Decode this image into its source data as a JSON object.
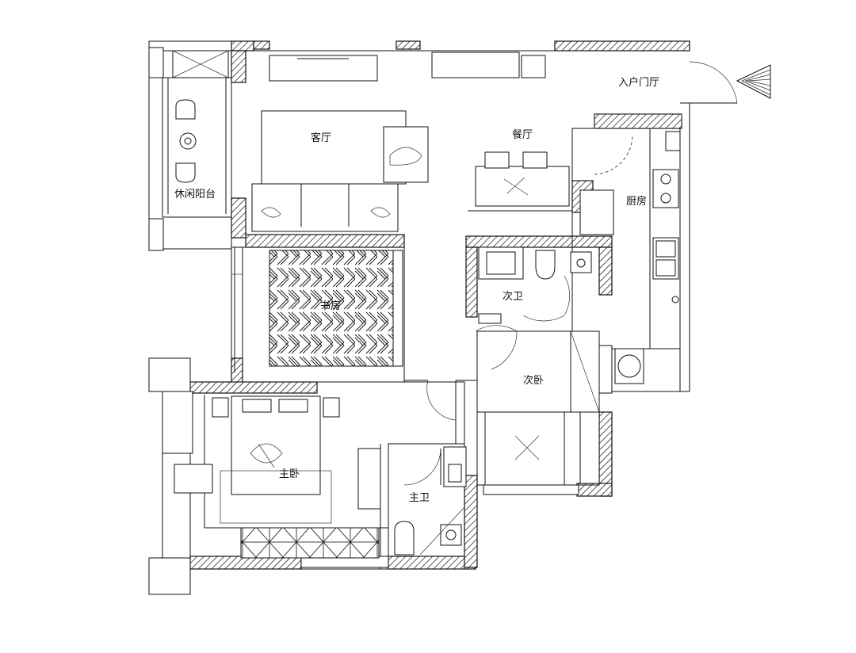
{
  "rooms": {
    "entrance_hall": "入户门厅",
    "dining": "餐厅",
    "living": "客厅",
    "balcony": "休闲阳台",
    "kitchen": "厨房",
    "study": "书房",
    "second_bath": "次卫",
    "second_bedroom": "次卧",
    "master_bedroom": "主卧",
    "master_bath": "主卫"
  },
  "colors": {
    "line": "#111111",
    "background": "#ffffff"
  },
  "icons": {
    "north_arrow": "north-arrow-icon"
  }
}
